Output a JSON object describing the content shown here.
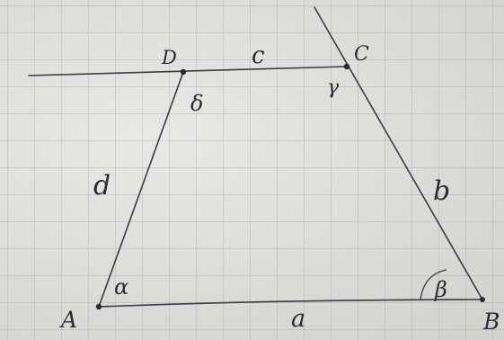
{
  "diagram": {
    "type": "trapezoid",
    "vertices": {
      "A": {
        "label": "A"
      },
      "B": {
        "label": "B"
      },
      "C": {
        "label": "C"
      },
      "D": {
        "label": "D"
      }
    },
    "sides": {
      "AB": "a",
      "BC": "b",
      "DC": "c",
      "AD": "d"
    },
    "angles": {
      "A": "α",
      "B": "β",
      "C": "γ",
      "D": "δ"
    }
  }
}
